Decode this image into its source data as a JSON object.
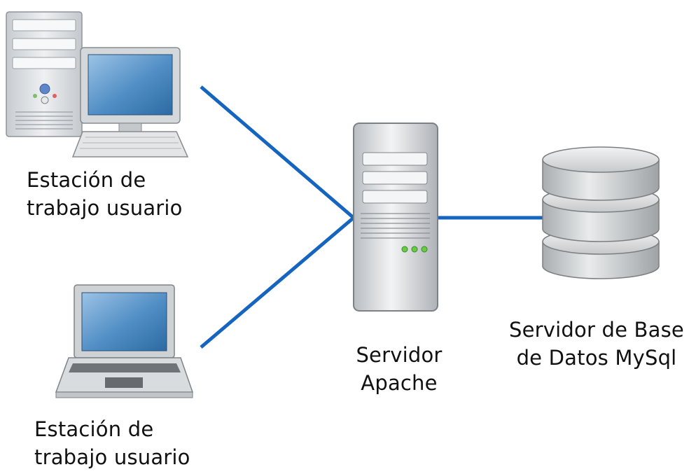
{
  "diagram": {
    "colors": {
      "connector": "#1565c0",
      "screen": "#3f7fb6",
      "case": "#d6d9dc",
      "db": "#c9ccce"
    },
    "nodes": {
      "workstation": {
        "icon": "desktop-computer-icon",
        "label_line1": "Estación de",
        "label_line2": "trabajo usuario"
      },
      "laptop": {
        "icon": "laptop-icon",
        "label_line1": "Estación de",
        "label_line2": "trabajo usuario"
      },
      "apache": {
        "icon": "server-tower-icon",
        "label_line1": "Servidor",
        "label_line2": "Apache"
      },
      "mysql": {
        "icon": "database-icon",
        "label_line1": "Servidor de Base",
        "label_line2": "de Datos MySql"
      }
    }
  }
}
